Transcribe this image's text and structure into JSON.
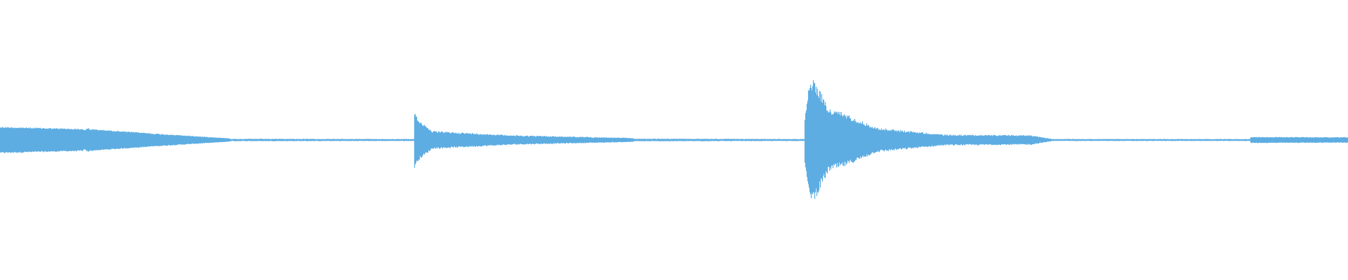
{
  "waveform": {
    "color": "#5dade2",
    "background": "#ffffff",
    "note": ""
  },
  "envelope": {
    "comment": "",
    "segments": [
      {
        "start": 0.0,
        "end": 0.062,
        "amp_start": 0.19,
        "amp_end": 0.16,
        "noise": 0.1
      },
      {
        "start": 0.062,
        "end": 0.066,
        "amp_start": 0.14,
        "amp_end": 0.18,
        "noise": 0.1
      },
      {
        "start": 0.066,
        "end": 0.11,
        "amp_start": 0.16,
        "amp_end": 0.1,
        "noise": 0.1
      },
      {
        "start": 0.11,
        "end": 0.17,
        "amp_start": 0.1,
        "amp_end": 0.025,
        "noise": 0.15
      },
      {
        "start": 0.17,
        "end": 0.307,
        "amp_start": 0.018,
        "amp_end": 0.015,
        "noise": 0.35
      },
      {
        "start": 0.307,
        "end": 0.31,
        "amp_start": 0.42,
        "amp_end": 0.3,
        "noise": 0.15
      },
      {
        "start": 0.31,
        "end": 0.32,
        "amp_start": 0.3,
        "amp_end": 0.14,
        "noise": 0.18
      },
      {
        "start": 0.32,
        "end": 0.38,
        "amp_start": 0.13,
        "amp_end": 0.07,
        "noise": 0.2
      },
      {
        "start": 0.38,
        "end": 0.47,
        "amp_start": 0.07,
        "amp_end": 0.03,
        "noise": 0.25
      },
      {
        "start": 0.47,
        "end": 0.597,
        "amp_start": 0.02,
        "amp_end": 0.015,
        "noise": 0.35
      },
      {
        "start": 0.597,
        "end": 0.6,
        "amp_start": 0.3,
        "amp_end": 0.8,
        "noise": 0.18
      },
      {
        "start": 0.6,
        "end": 0.604,
        "amp_start": 0.8,
        "amp_end": 0.88,
        "noise": 0.18
      },
      {
        "start": 0.604,
        "end": 0.615,
        "amp_start": 0.88,
        "amp_end": 0.45,
        "noise": 0.2
      },
      {
        "start": 0.615,
        "end": 0.625,
        "amp_start": 0.45,
        "amp_end": 0.4,
        "noise": 0.22
      },
      {
        "start": 0.625,
        "end": 0.65,
        "amp_start": 0.4,
        "amp_end": 0.18,
        "noise": 0.2
      },
      {
        "start": 0.65,
        "end": 0.7,
        "amp_start": 0.18,
        "amp_end": 0.08,
        "noise": 0.22
      },
      {
        "start": 0.7,
        "end": 0.765,
        "amp_start": 0.08,
        "amp_end": 0.07,
        "noise": 0.25
      },
      {
        "start": 0.765,
        "end": 0.78,
        "amp_start": 0.07,
        "amp_end": 0.02,
        "noise": 0.25
      },
      {
        "start": 0.78,
        "end": 0.928,
        "amp_start": 0.015,
        "amp_end": 0.015,
        "noise": 0.35
      },
      {
        "start": 0.928,
        "end": 1.0,
        "amp_start": 0.045,
        "amp_end": 0.04,
        "noise": 0.2
      }
    ]
  }
}
